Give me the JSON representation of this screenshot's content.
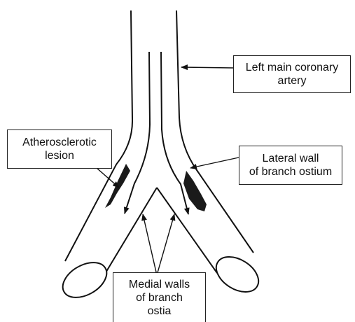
{
  "labels": {
    "left_main": {
      "line1": "Left main coronary",
      "line2": "artery"
    },
    "atherosclerotic": {
      "line1": "Atherosclerotic",
      "line2": "lesion"
    },
    "lateral": {
      "line1": "Lateral wall",
      "line2": "of branch ostium"
    },
    "medial": {
      "line1": "Medial walls",
      "line2": "of branch",
      "line3": "ostia"
    }
  },
  "colors": {
    "ink": "#111111",
    "lesion": "#1a1a1a",
    "background": "#ffffff"
  }
}
